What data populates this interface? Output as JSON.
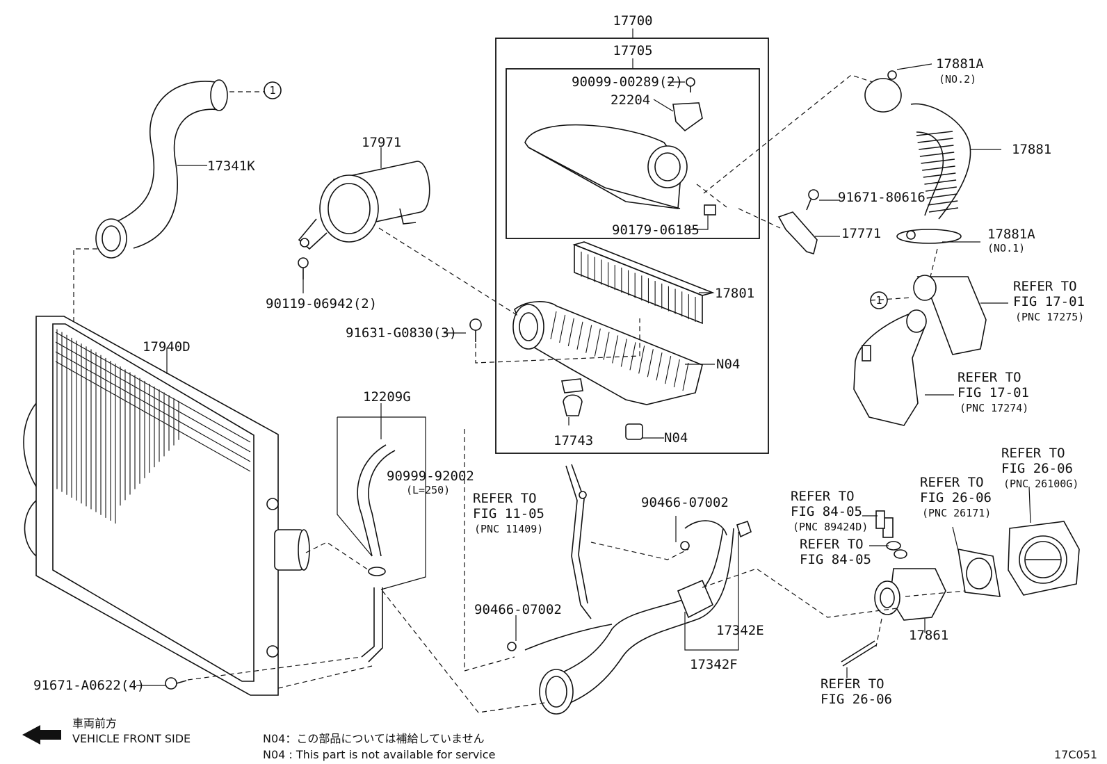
{
  "labels": {
    "p17700": "17700",
    "p17705": "17705",
    "p90099_00289": "90099-00289(2)",
    "p22204": "22204",
    "p90179_06185": "90179-06185",
    "p17801": "17801",
    "pN04": "N04",
    "p17743": "17743",
    "p17341K": "17341K",
    "p17971": "17971",
    "p90119_06942": "90119-06942(2)",
    "p91631_G0830": "91631-G0830(3)",
    "p17940D": "17940D",
    "p12209G": "12209G",
    "p90999_92002": "90999-92002",
    "length_250": "(L=250)",
    "p91671_A0622": "91671-A0622(4)",
    "p90466_07002": "90466-07002",
    "p17342E": "17342E",
    "p17342F": "17342F",
    "p91671_80616": "91671-80616",
    "p17771": "17771",
    "p17881A": "17881A",
    "no2": "(NO.2)",
    "no1": "(NO.1)",
    "p17881": "17881",
    "p17861": "17861",
    "callout_1": "1"
  },
  "refs": {
    "fig_11_05": {
      "line1": "REFER TO",
      "line2": "FIG 11-05",
      "line3": "(PNC 11409)"
    },
    "fig_17_01_a": {
      "line1": "REFER TO",
      "line2": "FIG 17-01",
      "line3": "(PNC 17275)"
    },
    "fig_17_01_b": {
      "line1": "REFER TO",
      "line2": "FIG 17-01",
      "line3": "(PNC 17274)"
    },
    "fig_26_06_a": {
      "line1": "REFER TO",
      "line2": "FIG 26-06",
      "line3": "(PNC 26100G)"
    },
    "fig_26_06_b": {
      "line1": "REFER TO",
      "line2": "FIG 26-06",
      "line3": "(PNC 26171)"
    },
    "fig_84_05_a": {
      "line1": "REFER TO",
      "line2": "FIG 84-05",
      "line3": "(PNC 89424D)"
    },
    "fig_84_05_b": {
      "line1": "REFER TO",
      "line2": "FIG 84-05"
    },
    "fig_26_06_c": {
      "line1": "REFER TO",
      "line2": "FIG 26-06"
    }
  },
  "footer": {
    "front_jp": "車両前方",
    "front_en": "VEHICLE FRONT SIDE",
    "note_jp": "N04：この部品については補給していません",
    "note_en": "N04 : This part is not available for service",
    "figure_code": "17C051"
  }
}
